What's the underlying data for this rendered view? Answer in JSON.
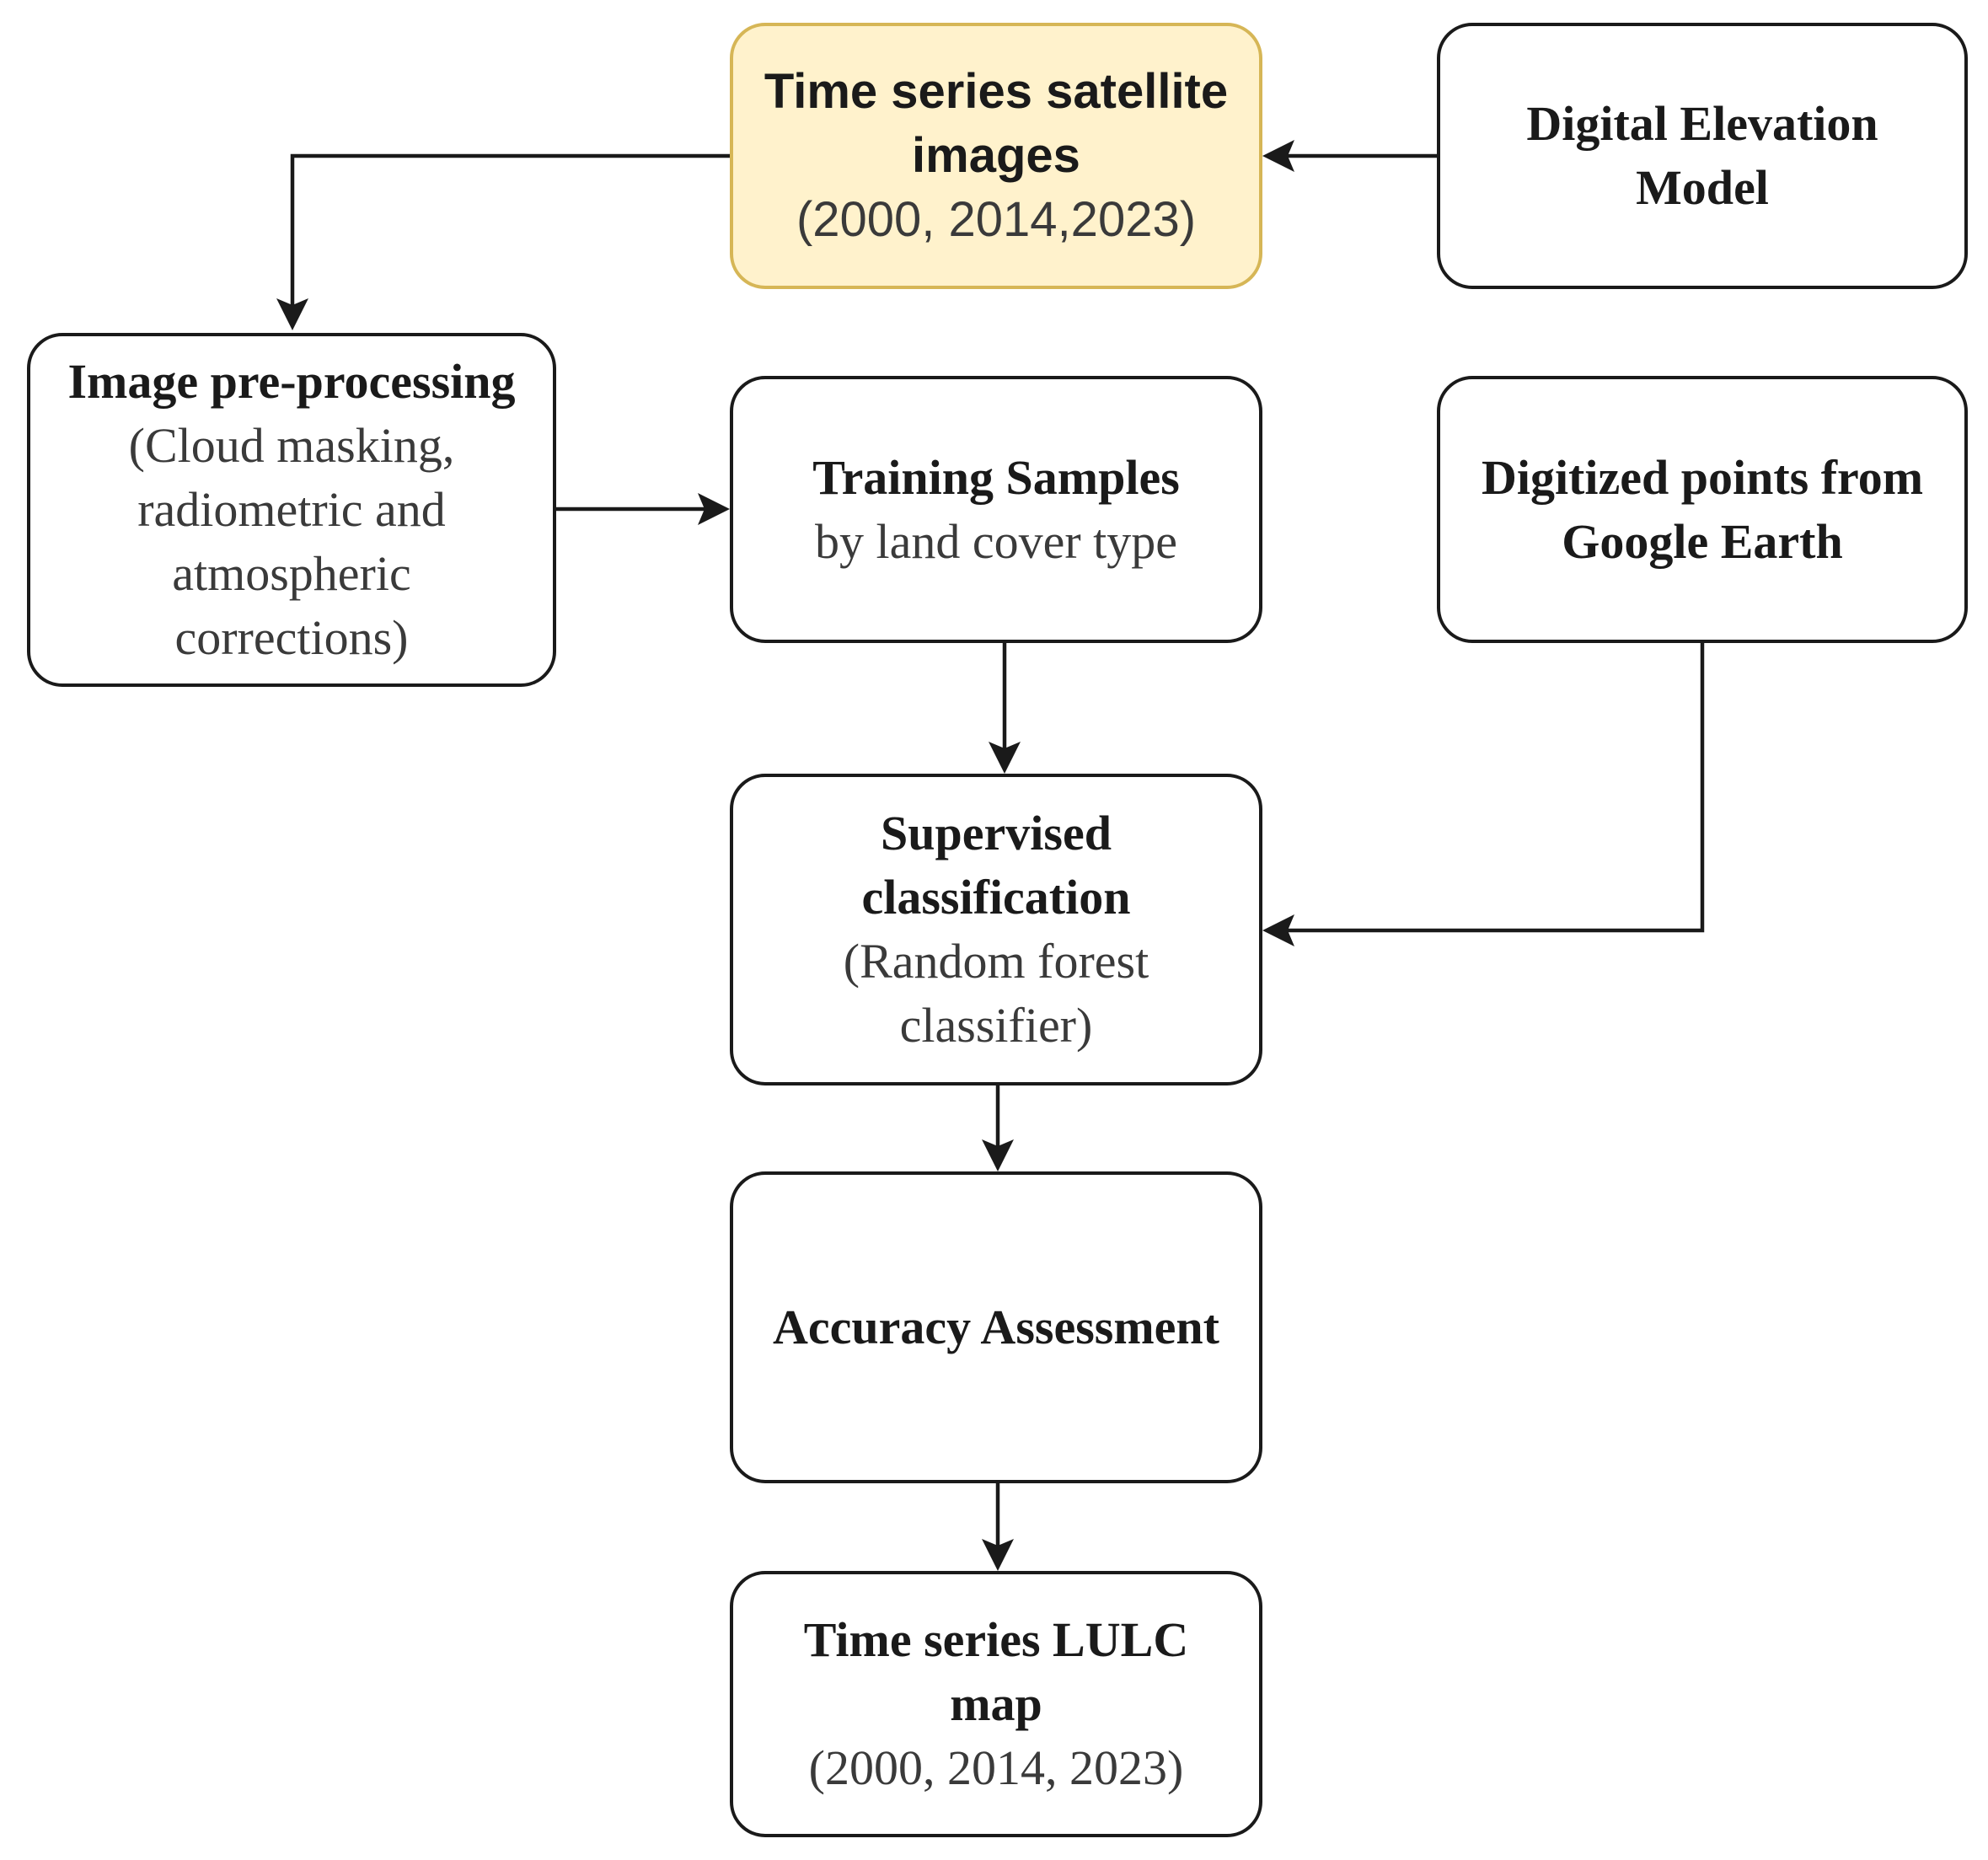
{
  "nodes": {
    "satellite": {
      "title_lines": [
        "Time series satellite",
        "images"
      ],
      "sub_lines": [
        "(2000, 2014,2023)"
      ]
    },
    "dem": {
      "title_lines": [
        "Digital Elevation",
        "Model"
      ],
      "sub_lines": []
    },
    "preprocessing": {
      "title_lines": [
        "Image pre-processing"
      ],
      "sub_lines": [
        "(Cloud masking,",
        "radiometric and",
        "atmospheric",
        "corrections)"
      ]
    },
    "training": {
      "title_lines": [
        "Training Samples"
      ],
      "sub_lines": [
        "by land cover type"
      ]
    },
    "digitized": {
      "title_lines": [
        "Digitized points from",
        "Google Earth"
      ],
      "sub_lines": []
    },
    "supervised": {
      "title_lines": [
        "Supervised",
        "classification"
      ],
      "sub_lines": [
        "(Random forest",
        "classifier)"
      ]
    },
    "accuracy": {
      "title_lines": [
        "Accuracy Assessment"
      ],
      "sub_lines": []
    },
    "lulc": {
      "title_lines": [
        "Time series LULC",
        "map"
      ],
      "sub_lines": [
        "(2000, 2014, 2023)"
      ]
    }
  },
  "edges": [
    {
      "from": "dem",
      "to": "satellite"
    },
    {
      "from": "satellite",
      "to": "preprocessing"
    },
    {
      "from": "preprocessing",
      "to": "training"
    },
    {
      "from": "training",
      "to": "supervised"
    },
    {
      "from": "digitized",
      "to": "supervised"
    },
    {
      "from": "supervised",
      "to": "accuracy"
    },
    {
      "from": "accuracy",
      "to": "lulc"
    }
  ],
  "colors": {
    "stroke": "#1a1a1a",
    "highlight_fill": "#fff2cc",
    "highlight_stroke": "#d6b656"
  }
}
